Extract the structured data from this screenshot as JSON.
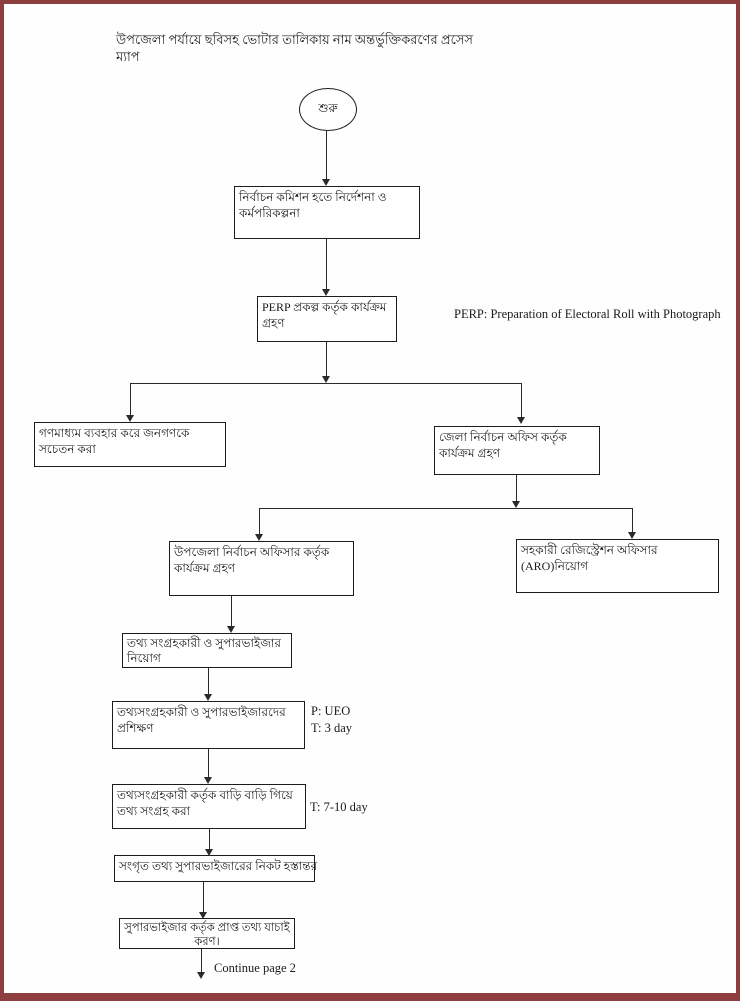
{
  "page": {
    "title": "উপজেলা পর্যায়ে ছবিসহ ভোটার তালিকায় নাম অন্তর্ভুক্তিকরণের প্রসেস ম্যাপ",
    "border_color": "#8e3e3e",
    "continue_note": "Continue page 2"
  },
  "legend": {
    "perp_definition": "PERP: Preparation of Electoral Roll with Photograph"
  },
  "flowchart": {
    "type": "flowchart",
    "start": {
      "label": "শুরু"
    },
    "nodes": [
      {
        "id": "ec-instructions",
        "text": "নির্বাচন কমিশন হতে নির্দেশনা ও কর্মপরিকল্পনা"
      },
      {
        "id": "perp-activities",
        "text": "PERP প্রকল্প কর্তৃক কার্যক্রম গ্রহণ"
      },
      {
        "id": "mass-media-awareness",
        "text": "গণমাধ্যম ব্যবহার করে জনগণকে সচেতন করা"
      },
      {
        "id": "district-election-office",
        "text": "জেলা নির্বাচন অফিস কর্তৃক কার্যক্রম গ্রহণ"
      },
      {
        "id": "upazila-election-officer",
        "text": "উপজেলা নির্বাচন অফিসার কর্তৃক কার্যক্রম গ্রহণ"
      },
      {
        "id": "aro-appointment",
        "text": "সহকারী রেজিস্ট্রেশন অফিসার (ARO)নিয়োগ"
      },
      {
        "id": "collector-supervisor-appointment",
        "text": "তথ্য সংগ্রহকারী ও সুপারভাইজার নিয়োগ"
      },
      {
        "id": "training",
        "text": "তথ্যসংগ্রহকারী ও সুপারভাইজারদের প্রশিক্ষণ"
      },
      {
        "id": "house-to-house-collection",
        "text": "তথ্যসংগ্রহকারী কর্তৃক বাড়ি বাড়ি গিয়ে তথ্য সংগ্রহ করা"
      },
      {
        "id": "handover-to-supervisor",
        "text": "সংগৃত তথ্য সুপারভাইজারের নিকট হস্তান্তর"
      },
      {
        "id": "supervisor-verification",
        "text": "সুপারভাইজার কর্তৃক প্রাপ্ত তথ্য যাচাই করণ।"
      }
    ],
    "annotations": {
      "training_person": "P: UEO",
      "training_time": "T: 3 day",
      "house_to_house_time": "T: 7-10 day"
    },
    "edges": [
      [
        "start",
        "ec-instructions"
      ],
      [
        "ec-instructions",
        "perp-activities"
      ],
      [
        "perp-activities",
        "mass-media-awareness"
      ],
      [
        "perp-activities",
        "district-election-office"
      ],
      [
        "district-election-office",
        "upazila-election-officer"
      ],
      [
        "district-election-office",
        "aro-appointment"
      ],
      [
        "upazila-election-officer",
        "collector-supervisor-appointment"
      ],
      [
        "collector-supervisor-appointment",
        "training"
      ],
      [
        "training",
        "house-to-house-collection"
      ],
      [
        "house-to-house-collection",
        "handover-to-supervisor"
      ],
      [
        "handover-to-supervisor",
        "supervisor-verification"
      ],
      [
        "supervisor-verification",
        "continue-page-2"
      ]
    ]
  }
}
